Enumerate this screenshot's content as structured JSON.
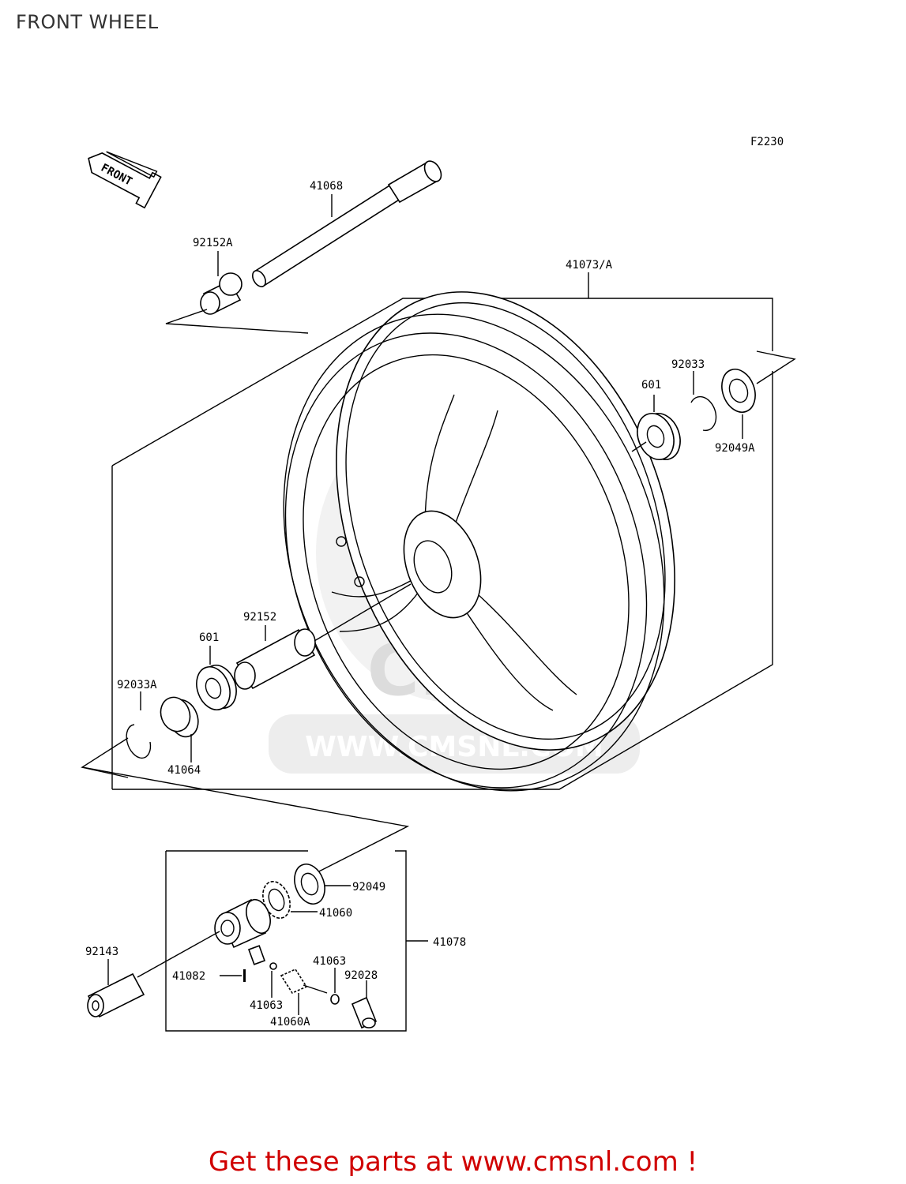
{
  "title": "FRONT WHEEL",
  "figure_code": "F2230",
  "front_arrow_text": "FRONT",
  "watermark_text": "WWW.CMSNL.COM",
  "watermark_logo": "CMS",
  "footer_link": "Get these parts at www.cmsnl.com !",
  "footer_color": "#d00000",
  "parts": {
    "axle": "41068",
    "collar_left": "92152A",
    "wheel": "41073/A",
    "circlip_right": "92033",
    "bearing_right": "601",
    "oil_seal_right": "92049A",
    "collar_center": "92152",
    "bearing_left": "601",
    "circlip_left": "92033A",
    "coupling": "41064",
    "oil_seal_gear": "92049",
    "gear_drive": "41060",
    "gear_housing_assy": "41078",
    "collar_gearbox": "92143",
    "washer_top": "41063",
    "oring": "92028",
    "pin": "41082",
    "washer_bottom": "41063",
    "pinion_gear": "41060A"
  }
}
